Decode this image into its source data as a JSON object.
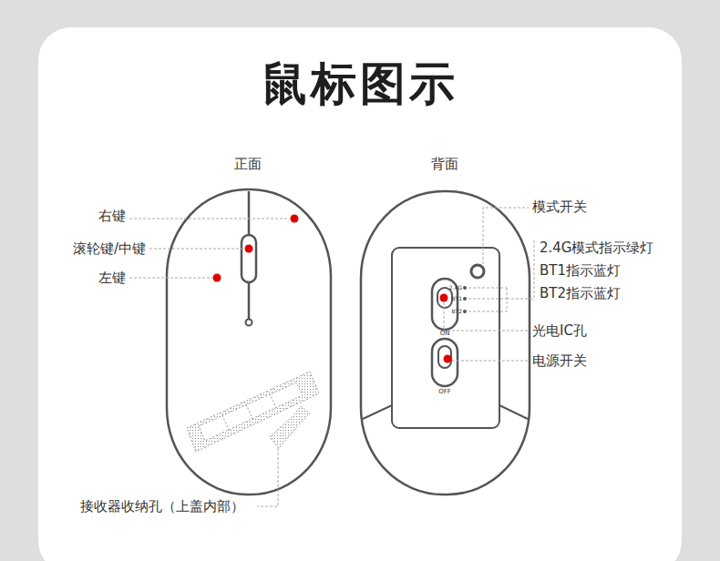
{
  "diagram": {
    "title": "鼠标图示",
    "labels": [
      "正面",
      "背面",
      "右键",
      "滚轮键/中键",
      "左键",
      "接收器收纳孔（上盖内部）",
      "模式开关",
      "2.4G模式指示绿灯",
      "BT1指示蓝灯",
      "BT2指示蓝灯",
      "光电IC孔",
      "电源开关",
      "2.4G",
      "BT1",
      "BT2",
      "ON",
      "OFF"
    ]
  }
}
